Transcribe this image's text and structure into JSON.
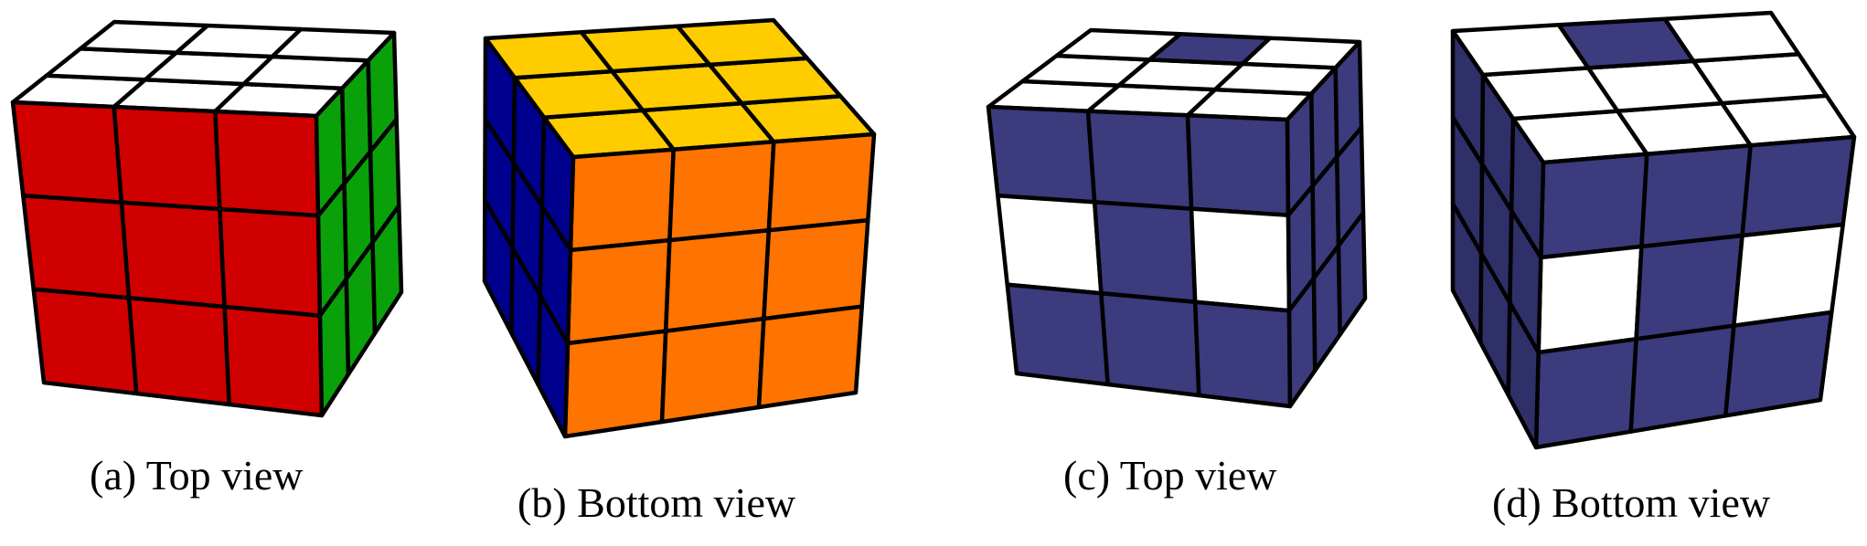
{
  "colors": {
    "red": "#d00000",
    "green": "#0aa00a",
    "white": "#ffffff",
    "yellow": "#ffcc00",
    "orange": "#ff7300",
    "blue": "#00008f",
    "navy": "#3b3b7d",
    "navy_side": "#2f2f6a",
    "edge": "#000000"
  },
  "cubes": [
    {
      "id": "a",
      "caption": "(a) Top view",
      "faces": {
        "top": [
          [
            "white",
            "white",
            "white"
          ],
          [
            "white",
            "white",
            "white"
          ],
          [
            "white",
            "white",
            "white"
          ]
        ],
        "front": [
          [
            "red",
            "red",
            "red"
          ],
          [
            "red",
            "red",
            "red"
          ],
          [
            "red",
            "red",
            "red"
          ]
        ],
        "side": [
          [
            "green",
            "green",
            "green"
          ],
          [
            "green",
            "green",
            "green"
          ],
          [
            "green",
            "green",
            "green"
          ]
        ]
      }
    },
    {
      "id": "b",
      "caption": "(b) Bottom view",
      "faces": {
        "top": [
          [
            "yellow",
            "yellow",
            "yellow"
          ],
          [
            "yellow",
            "yellow",
            "yellow"
          ],
          [
            "yellow",
            "yellow",
            "yellow"
          ]
        ],
        "front": [
          [
            "orange",
            "orange",
            "orange"
          ],
          [
            "orange",
            "orange",
            "orange"
          ],
          [
            "orange",
            "orange",
            "orange"
          ]
        ],
        "side": [
          [
            "blue",
            "blue",
            "blue"
          ],
          [
            "blue",
            "blue",
            "blue"
          ],
          [
            "blue",
            "blue",
            "blue"
          ]
        ]
      }
    },
    {
      "id": "c",
      "caption": "(c) Top view",
      "faces": {
        "top": [
          [
            "white",
            "navy",
            "white"
          ],
          [
            "white",
            "white",
            "white"
          ],
          [
            "white",
            "white",
            "white"
          ]
        ],
        "front": [
          [
            "navy",
            "navy",
            "navy"
          ],
          [
            "white",
            "navy",
            "white"
          ],
          [
            "navy",
            "navy",
            "navy"
          ]
        ],
        "side": [
          [
            "navy",
            "navy",
            "navy"
          ],
          [
            "navy",
            "navy",
            "navy"
          ],
          [
            "navy",
            "navy",
            "navy"
          ]
        ]
      }
    },
    {
      "id": "d",
      "caption": "(d) Bottom view",
      "faces": {
        "top": [
          [
            "white",
            "navy",
            "white"
          ],
          [
            "white",
            "white",
            "white"
          ],
          [
            "white",
            "white",
            "white"
          ]
        ],
        "front": [
          [
            "navy",
            "navy",
            "navy"
          ],
          [
            "white",
            "navy",
            "white"
          ],
          [
            "navy",
            "navy",
            "navy"
          ]
        ],
        "side": [
          [
            "navy_side",
            "navy_side",
            "navy_side"
          ],
          [
            "navy_side",
            "navy_side",
            "navy_side"
          ],
          [
            "navy_side",
            "navy_side",
            "navy_side"
          ]
        ]
      }
    }
  ]
}
